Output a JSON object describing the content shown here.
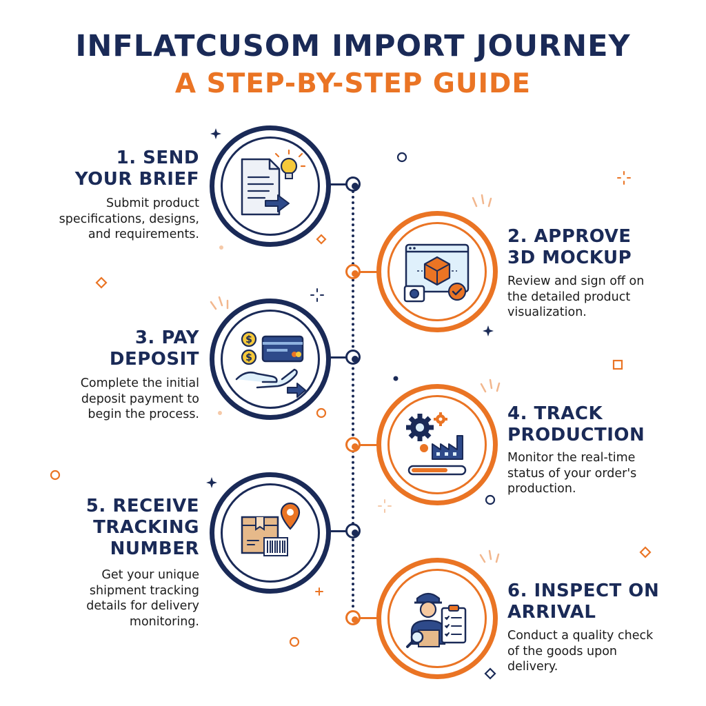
{
  "header": {
    "title": "INFLATCUSOM IMPORT JOURNEY",
    "subtitle": "A STEP-BY-STEP GUIDE"
  },
  "colors": {
    "navy": "#1a2a57",
    "orange": "#ea7424",
    "background": "#ffffff",
    "text": "#1b1b1b"
  },
  "steps": [
    {
      "title": "1. SEND\nYOUR BRIEF",
      "description": "Submit product\nspecifications, designs,\nand requirements.",
      "icon": "document-lightbulb-icon",
      "accent": "navy",
      "side": "left"
    },
    {
      "title": "2. APPROVE\n3D MOCKUP",
      "description": "Review and sign off on\nthe detailed product\nvisualization.",
      "icon": "3d-cube-mockup-icon",
      "accent": "orange",
      "side": "right"
    },
    {
      "title": "3. PAY\nDEPOSIT",
      "description": "Complete the initial\ndeposit payment to\nbegin the process.",
      "icon": "card-payment-icon",
      "accent": "navy",
      "side": "left"
    },
    {
      "title": "4. TRACK\nPRODUCTION",
      "description": "Monitor the real-time\nstatus of your order's\nproduction.",
      "icon": "factory-gears-icon",
      "accent": "orange",
      "side": "right"
    },
    {
      "title": "5. RECEIVE\nTRACKING\nNUMBER",
      "description": "Get your unique\nshipment tracking\ndetails for delivery\nmonitoring.",
      "icon": "package-location-icon",
      "accent": "navy",
      "side": "left"
    },
    {
      "title": "6. INSPECT ON\nARRIVAL",
      "description": "Conduct a quality check\nof the goods upon\ndelivery.",
      "icon": "inspector-clipboard-icon",
      "accent": "orange",
      "side": "right"
    }
  ]
}
